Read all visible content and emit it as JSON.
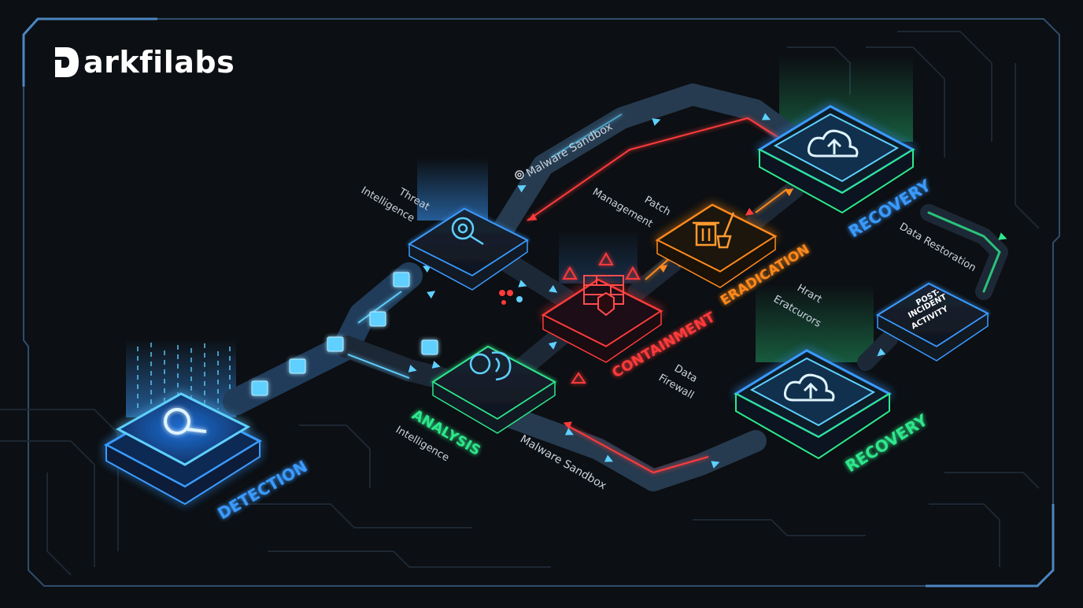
{
  "brand": {
    "name": "Darkfilabs",
    "logo_letter_icon": "d-logo-icon",
    "logo_suffix": "arkfilabs"
  },
  "colors": {
    "background": "#0c0f13",
    "blue": "#3a9bff",
    "cyan": "#5fd0ff",
    "red": "#ff3b3b",
    "orange": "#ff8a1f",
    "green": "#2ee88c",
    "track": "#2b3a4d",
    "text_dim": "#b7c2cf"
  },
  "stages": {
    "detection": {
      "label": "DETECTION",
      "icon": "magnifier-icon"
    },
    "analysis": {
      "label": "ANALYSIS",
      "sublabel": "Intelligence",
      "icon": "brain-gear-icon"
    },
    "threat_intel": {
      "label_line1": "Threat",
      "label_line2": "Intelligence",
      "icon": "virus-search-icon"
    },
    "containment": {
      "label": "CONTAINMENT",
      "sublabel_line1": "Data",
      "sublabel_line2": "Firewall",
      "icon": "firewall-shield-icon"
    },
    "eradication": {
      "label": "ERADICATION",
      "sublabel_line1": "Patch",
      "sublabel_line2": "Management",
      "side_line1": "Hrart",
      "side_line2": "Eratcurors",
      "icon": "trash-broom-icon"
    },
    "recovery_top": {
      "label": "RECOVERY",
      "sublabel": "Data Restoration",
      "icon": "cloud-upload-icon"
    },
    "recovery_bottom": {
      "label": "RECOVERY",
      "icon": "cloud-upload-icon"
    },
    "post_incident": {
      "line1": "POST-",
      "line2": "INCIDENT",
      "line3": "ACTIVITY"
    }
  },
  "paths": {
    "top_label": "Malware Sandbox",
    "bottom_label": "Malware Sandbox",
    "top_icon": "gear-icon"
  }
}
